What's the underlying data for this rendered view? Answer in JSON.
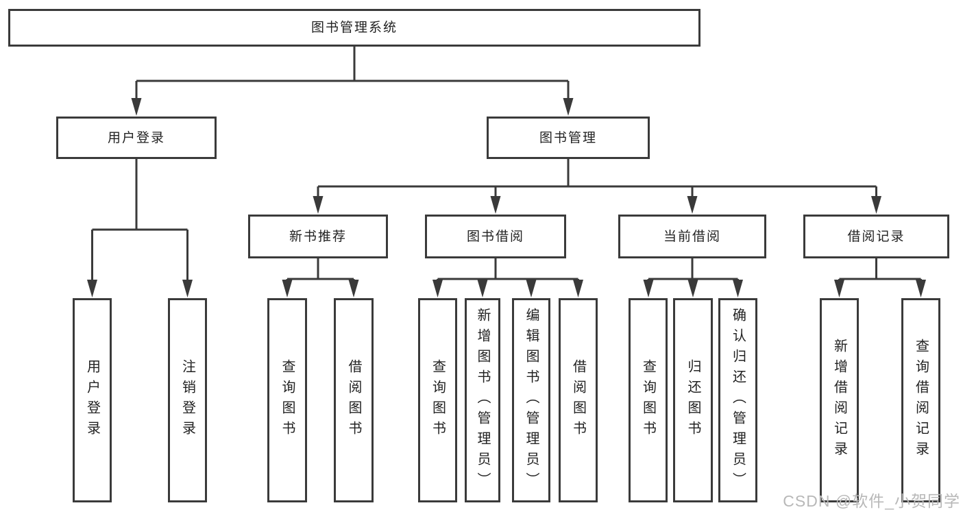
{
  "title": "图书管理系统",
  "watermark": "CSDN @软件_小贺同学",
  "colors": {
    "line": "#3a3a3a",
    "box_border": "#3a3a3a",
    "box_fill": "#ffffff",
    "text": "#222222",
    "watermark": "#b8b8b8"
  },
  "nodes": {
    "root": {
      "label": "图书管理系统"
    },
    "user_login": {
      "label": "用户登录"
    },
    "book_mgmt": {
      "label": "图书管理"
    },
    "new_book_rec": {
      "label": "新书推荐"
    },
    "book_borrow": {
      "label": "图书借阅"
    },
    "current_borrow": {
      "label": "当前借阅"
    },
    "borrow_records": {
      "label": "借阅记录"
    },
    "leaf_user_login": {
      "label": "用户登录"
    },
    "leaf_logout": {
      "label": "注销登录"
    },
    "leaf_nb_query_book": {
      "label": "查询图书"
    },
    "leaf_nb_borrow_book": {
      "label": "借阅图书"
    },
    "leaf_bb_query_book": {
      "label": "查询图书"
    },
    "leaf_bb_add_book": {
      "label": "新增图书（管理员）"
    },
    "leaf_bb_edit_book": {
      "label": "编辑图书（管理员）"
    },
    "leaf_bb_borrow_book": {
      "label": "借阅图书"
    },
    "leaf_cb_query_book": {
      "label": "查询图书"
    },
    "leaf_cb_return_book": {
      "label": "归还图书"
    },
    "leaf_cb_confirm_return": {
      "label": "确认归还（管理员）"
    },
    "leaf_br_add_record": {
      "label": "新增借阅记录"
    },
    "leaf_br_query_record": {
      "label": "查询借阅记录"
    }
  }
}
